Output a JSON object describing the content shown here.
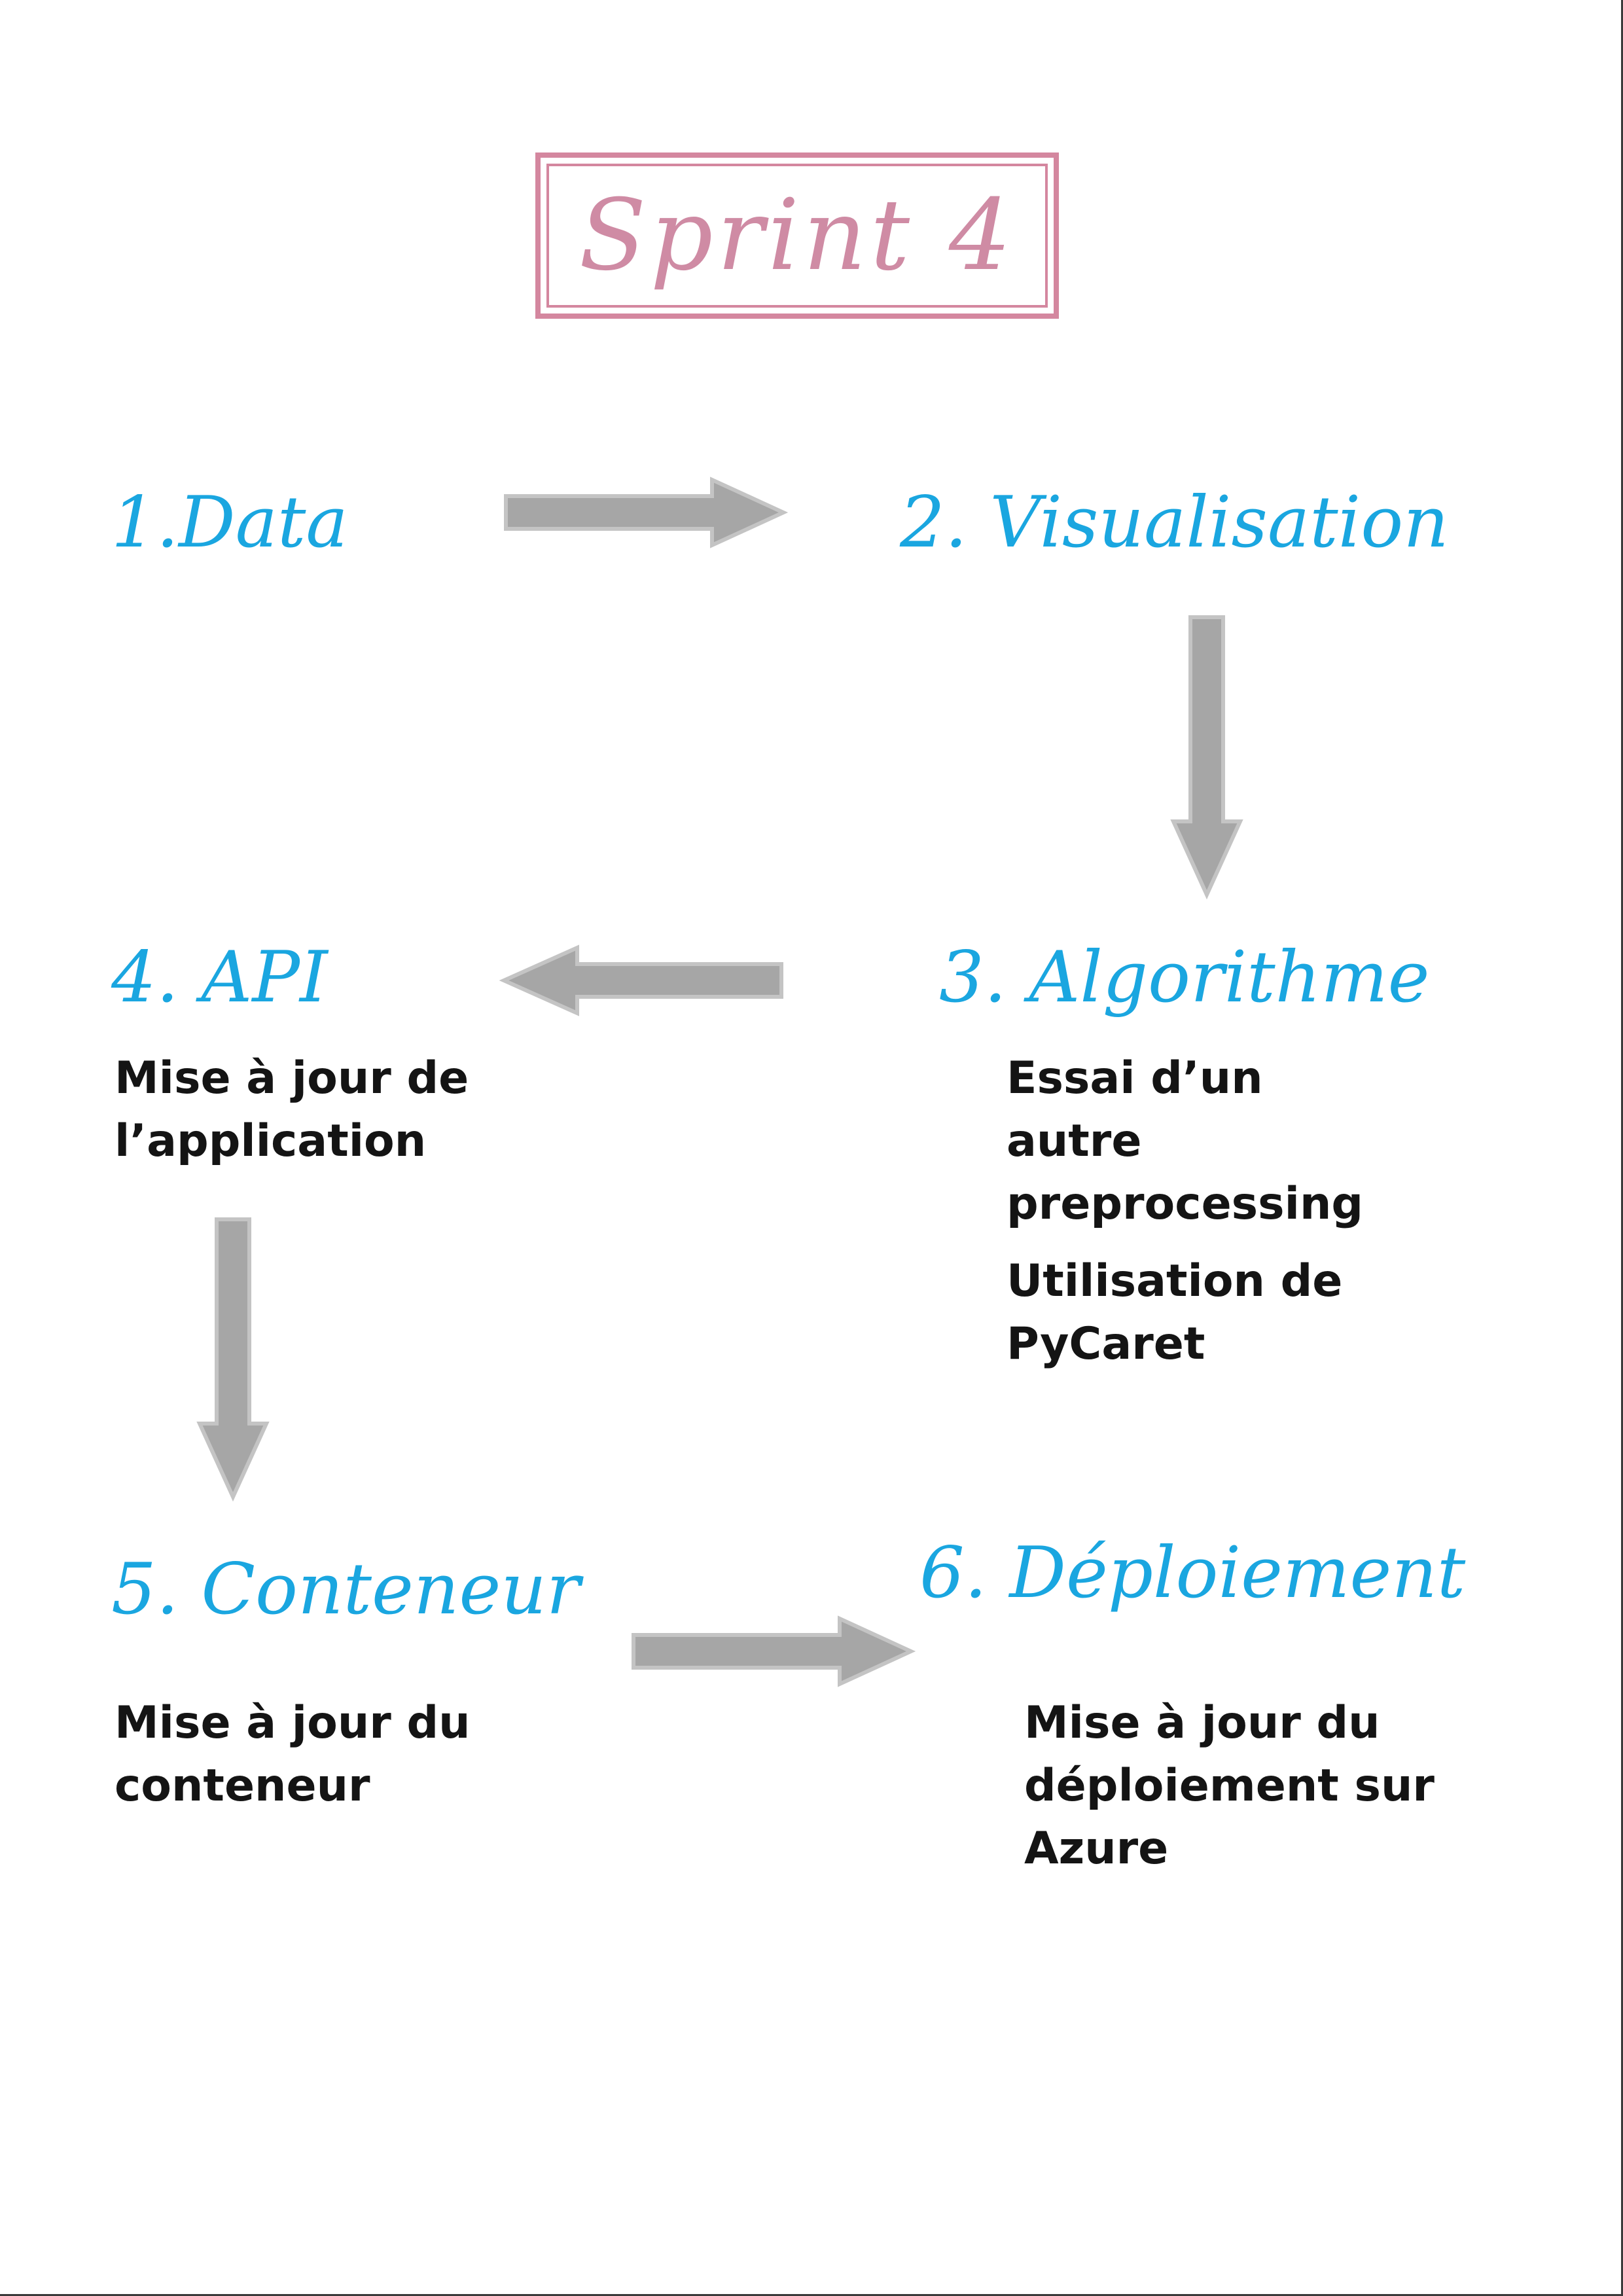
{
  "title": "Sprint 4",
  "steps": [
    {
      "label": "1.Data",
      "lines": []
    },
    {
      "label": "2. Visualisation",
      "lines": []
    },
    {
      "label": "3. Algorithme",
      "lines": [
        "Essai d’un autre preprocessing",
        "Utilisation de PyCaret"
      ]
    },
    {
      "label": "4. API",
      "lines": [
        "Mise à jour de l’application"
      ]
    },
    {
      "label": "5. Conteneur",
      "lines": [
        "Mise à jour du conteneur"
      ]
    },
    {
      "label": "6. Déploiement",
      "lines": [
        "Mise à jour du déploiement sur Azure"
      ]
    }
  ],
  "flow": [
    {
      "from": "1.Data",
      "to": "2. Visualisation",
      "direction": "right"
    },
    {
      "from": "2. Visualisation",
      "to": "3. Algorithme",
      "direction": "down"
    },
    {
      "from": "3. Algorithme",
      "to": "4. API",
      "direction": "left"
    },
    {
      "from": "4. API",
      "to": "5. Conteneur",
      "direction": "down"
    },
    {
      "from": "5. Conteneur",
      "to": "6. Déploiement",
      "direction": "right"
    }
  ],
  "colors": {
    "title": "#cf8ba4",
    "title_frame": "#d4879f",
    "step_title": "#1aa6e0",
    "text": "#141414",
    "arrow_fill": "#a6a6a6",
    "arrow_edge": "#c4c4c4"
  }
}
